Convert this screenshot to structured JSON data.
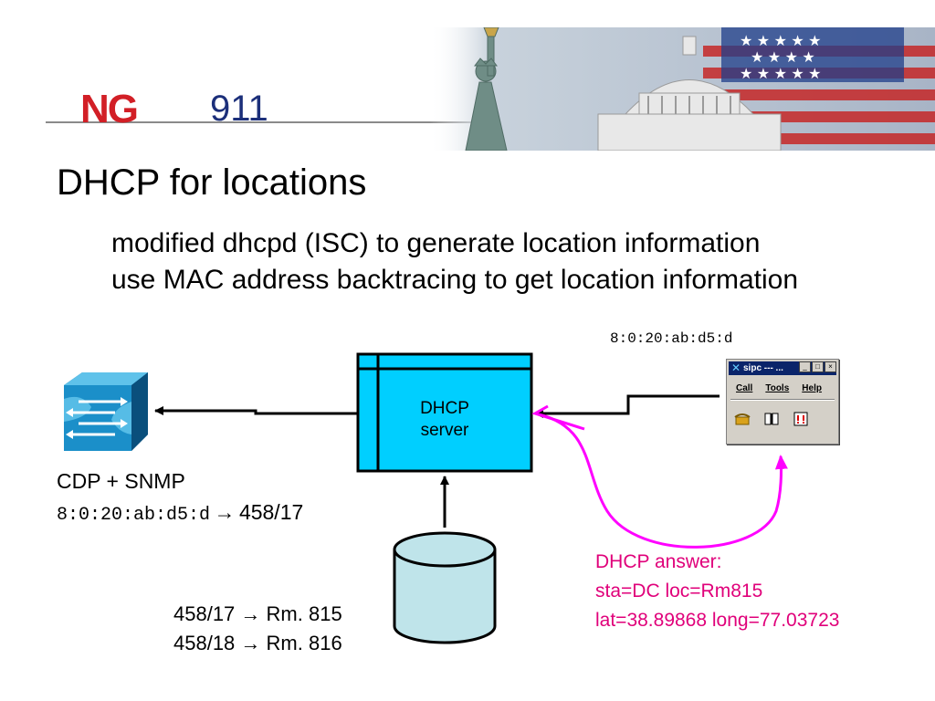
{
  "logo": {
    "ng": "NG",
    "number": "911"
  },
  "slide": {
    "title": "DHCP for locations",
    "bullets": [
      "modified dhcpd (ISC) to generate location information",
      "use MAC address backtracing to get location information"
    ]
  },
  "diagram": {
    "mac_address_top": "8:0:20:ab:d5:d",
    "server_label_line1": "DHCP",
    "server_label_line2": "server",
    "cdp_label": "CDP + SNMP",
    "mac_address_bottom": "8:0:20:ab:d5:d",
    "mac_arrow": "→",
    "port_value": "458/17",
    "db_mappings": [
      {
        "port": "458/17",
        "arrow": "→",
        "room": "Rm. 815"
      },
      {
        "port": "458/18",
        "arrow": "→",
        "room": "Rm. 816"
      }
    ],
    "dhcp_answer": [
      "DHCP answer:",
      "sta=DC loc=Rm815",
      "lat=38.89868 long=77.03723"
    ]
  },
  "sipc_window": {
    "title": "sipc --- ...",
    "window_buttons": [
      "_",
      "□",
      "×"
    ],
    "menu": [
      "Call",
      "Tools",
      "Help"
    ]
  },
  "icons": {
    "switch": "network-switch-icon",
    "database": "database-icon",
    "phone": "phone-icon",
    "address_book": "address-book-icon",
    "message": "message-icon"
  },
  "colors": {
    "server_fill": "#00cfff",
    "database_fill": "#bfe4ea",
    "switch_fill": "#1b8fc9",
    "answer_text": "#e0007a",
    "answer_arrow": "#ff00ff",
    "logo_red": "#d21f26",
    "logo_blue": "#1c2f7a"
  }
}
